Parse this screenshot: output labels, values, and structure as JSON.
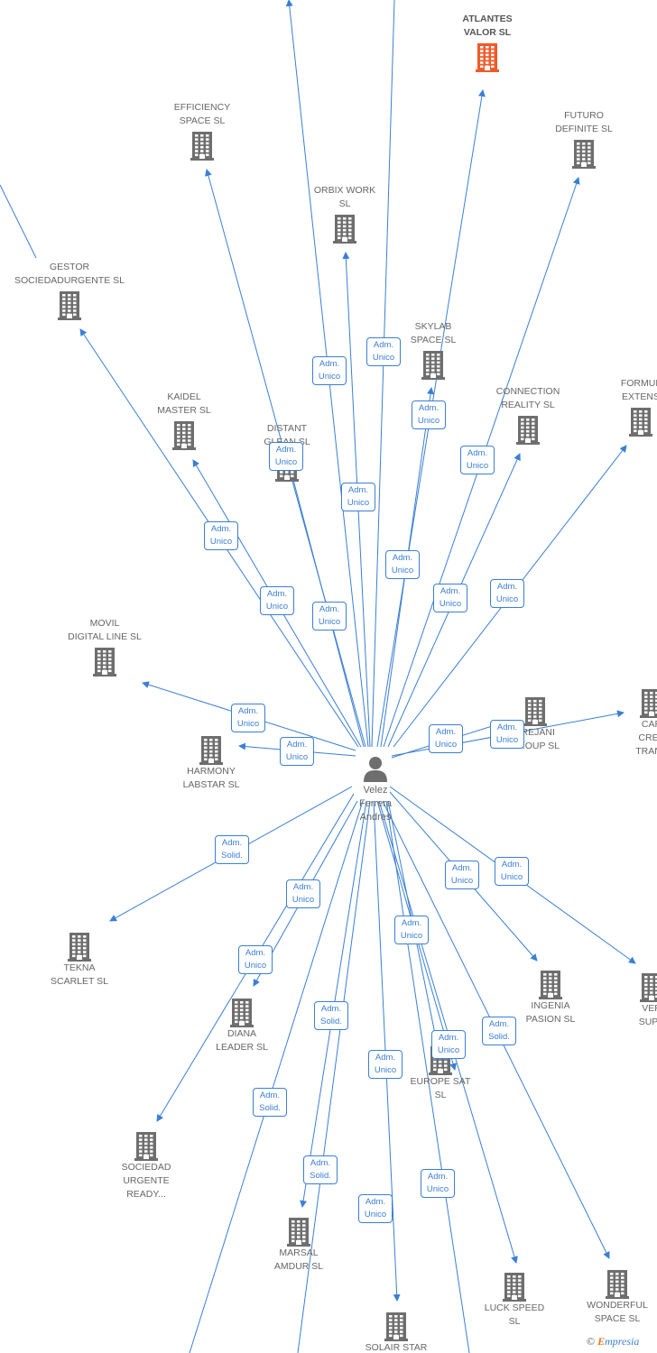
{
  "diagram": {
    "person": {
      "name": "Velez\nFerrera\nAndres",
      "icon": "person-icon"
    },
    "companies": [
      {
        "id": "atlantes",
        "name": "ATLANTES\nVALOR SL",
        "highlight": true
      },
      {
        "id": "efficiency",
        "name": "EFFICIENCY\nSPACE SL"
      },
      {
        "id": "futuro",
        "name": "FUTURO\nDEFINITE SL"
      },
      {
        "id": "orbix",
        "name": "ORBIX WORK\nSL"
      },
      {
        "id": "gestor",
        "name": "GESTOR\nSOCIEDADURGENTE SL"
      },
      {
        "id": "skylab",
        "name": "SKYLAB\nSPACE SL"
      },
      {
        "id": "kaidel",
        "name": "KAIDEL\nMASTER SL"
      },
      {
        "id": "connection",
        "name": "CONNECTION\nREALITY SL"
      },
      {
        "id": "formul",
        "name": "FORMUL\nEXTENS"
      },
      {
        "id": "distant",
        "name": "DISTANT\nGLEAN SL"
      },
      {
        "id": "movil",
        "name": "MOVIL\nDIGITAL LINE SL"
      },
      {
        "id": "harmony",
        "name": "HARMONY\nLABSTAR SL"
      },
      {
        "id": "frejani",
        "name": "FREJANI\nGROUP SL"
      },
      {
        "id": "car",
        "name": "CAR\nCREA\nTRANS"
      },
      {
        "id": "tekna",
        "name": "TEKNA\nSCARLET SL"
      },
      {
        "id": "diana",
        "name": "DIANA\nLEADER SL"
      },
      {
        "id": "ingenia",
        "name": "INGENIA\nPASION SL"
      },
      {
        "id": "ver",
        "name": "VER\nSUPE"
      },
      {
        "id": "europe",
        "name": "EUROPE SAT\nSL"
      },
      {
        "id": "sociedad",
        "name": "SOCIEDAD\nURGENTE\nREADY..."
      },
      {
        "id": "marsal",
        "name": "MARSAL\nAMDUR SL"
      },
      {
        "id": "luck",
        "name": "LUCK SPEED\nSL"
      },
      {
        "id": "wonderful",
        "name": "WONDERFUL\nSPACE SL"
      },
      {
        "id": "solair",
        "name": "SOLAIR STAR"
      }
    ],
    "badges": [
      {
        "id": "b1",
        "text": "Adm.\nUnico"
      },
      {
        "id": "b2",
        "text": "Adm.\nUnico"
      },
      {
        "id": "b3",
        "text": "Adm.\nUnico"
      },
      {
        "id": "b4",
        "text": "Adm.\nUnico"
      },
      {
        "id": "b5",
        "text": "Adm.\nUnico"
      },
      {
        "id": "b6",
        "text": "Adm.\nUnico"
      },
      {
        "id": "b7",
        "text": "Adm.\nUnico"
      },
      {
        "id": "b8",
        "text": "Adm.\nUnico"
      },
      {
        "id": "b9",
        "text": "Adm.\nUnico"
      },
      {
        "id": "b10",
        "text": "Adm.\nUnico"
      },
      {
        "id": "b11",
        "text": "Adm.\nUnico"
      },
      {
        "id": "b12",
        "text": "Adm.\nUnico"
      },
      {
        "id": "b13",
        "text": "Adm.\nUnico"
      },
      {
        "id": "b14",
        "text": "Adm.\nUnico"
      },
      {
        "id": "b15",
        "text": "Adm.\nUnico"
      },
      {
        "id": "b16",
        "text": "Adm.\nUnico"
      },
      {
        "id": "b17",
        "text": "Adm.\nUnico"
      },
      {
        "id": "b18",
        "text": "Adm.\nSolid."
      },
      {
        "id": "b19",
        "text": "Adm.\nUnico"
      },
      {
        "id": "b20",
        "text": "Adm.\nUnico"
      },
      {
        "id": "b21",
        "text": "Adm.\nUnico"
      },
      {
        "id": "b22",
        "text": "Adm.\nUnico"
      },
      {
        "id": "b23",
        "text": "Adm.\nUnico"
      },
      {
        "id": "b24",
        "text": "Adm.\nSolid."
      },
      {
        "id": "b25",
        "text": "Adm.\nSolid."
      },
      {
        "id": "b26",
        "text": "Adm.\nUnico"
      },
      {
        "id": "b27",
        "text": "Adm.\nSolid."
      },
      {
        "id": "b28",
        "text": "Adm.\nSolid."
      },
      {
        "id": "b29",
        "text": "Adm.\nUnico"
      },
      {
        "id": "b30",
        "text": "Adm.\nUnico"
      },
      {
        "id": "b31",
        "text": "Adm.\nUnico"
      }
    ],
    "colors": {
      "edge": "#3a7fd5",
      "building": "#6e6e6e",
      "building_highlight": "#f05a28",
      "label": "#666666"
    }
  },
  "watermark": {
    "symbol": "©",
    "brand_first": "E",
    "brand_rest": "mpresia"
  }
}
